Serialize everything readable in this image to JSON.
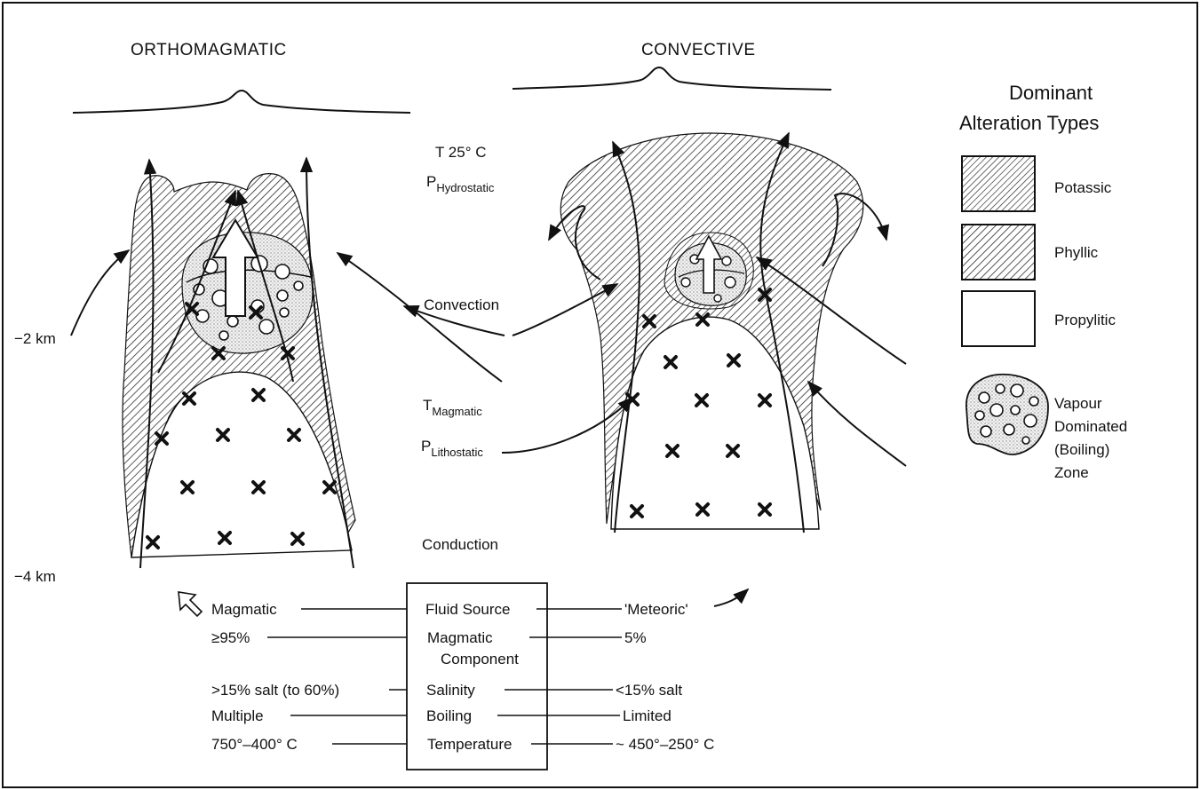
{
  "titles": {
    "left": "ORTHOMAGMATIC",
    "right": "CONVECTIVE"
  },
  "depths": {
    "d2": "−2  km",
    "d4": "−4  km"
  },
  "conditions": {
    "t25": "T 25° C",
    "p_hydro_p": "P",
    "p_hydro_sub": "Hydrostatic",
    "convection": "Convection",
    "t_mag_t": "T",
    "t_mag_sub": "Magmatic",
    "p_lith_p": "P",
    "p_lith_sub": "Lithostatic",
    "conduction": "Conduction"
  },
  "legend": {
    "title_line1": "Dominant",
    "title_line2": "Alteration Types",
    "items": [
      {
        "label": "Potassic",
        "pattern": "fine-hatch"
      },
      {
        "label": "Phyllic",
        "pattern": "coarse-hatch"
      },
      {
        "label": "Propylitic",
        "pattern": "blank"
      }
    ],
    "vapour": [
      "Vapour",
      "Dominated",
      "(Boiling)",
      "Zone"
    ]
  },
  "table": {
    "rows": [
      {
        "left": "Magmatic",
        "center": "Fluid Source",
        "right": "'Meteoric'"
      },
      {
        "left": "≥95%",
        "center": "Magmatic",
        "center2": "Component",
        "right": "5%"
      },
      {
        "left": ">15% salt (to 60%)",
        "center": "Salinity",
        "right": "<15% salt"
      },
      {
        "left": "Multiple",
        "center": "Boiling",
        "right": "Limited"
      },
      {
        "left": "750°–400° C",
        "center": "Temperature",
        "right": "~ 450°–250° C"
      }
    ]
  }
}
